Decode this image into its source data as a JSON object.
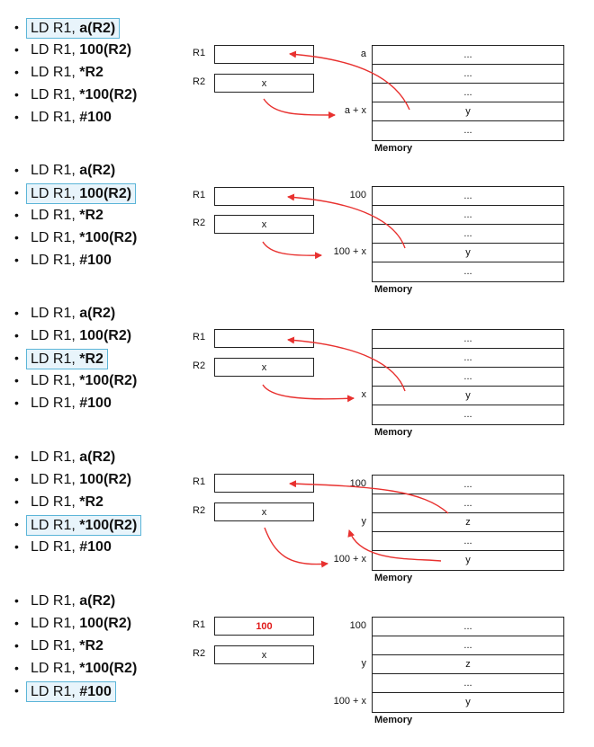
{
  "instructions": [
    {
      "prefix": "LD R1, ",
      "operand": "a(R2)"
    },
    {
      "prefix": "LD R1, ",
      "operand": "100(R2)"
    },
    {
      "prefix": "LD R1, ",
      "operand": "*R2"
    },
    {
      "prefix": "LD R1, ",
      "operand": "*100(R2)"
    },
    {
      "prefix": "LD R1, ",
      "operand": "#100"
    }
  ],
  "bullet": "•",
  "register_labels": {
    "r1": "R1",
    "r2": "R2"
  },
  "memory_label": "Memory",
  "panels": [
    {
      "highlight": 0,
      "r1_value": "",
      "r2_value": "x",
      "cells": [
        "...",
        "...",
        "...",
        "y",
        "..."
      ],
      "addresses": [
        {
          "row": 0,
          "text": "a"
        },
        {
          "row": 3,
          "text": "a + x"
        }
      ]
    },
    {
      "highlight": 1,
      "r1_value": "",
      "r2_value": "x",
      "cells": [
        "...",
        "...",
        "...",
        "y",
        "..."
      ],
      "addresses": [
        {
          "row": 0,
          "text": "100"
        },
        {
          "row": 3,
          "text": "100 + x"
        }
      ]
    },
    {
      "highlight": 2,
      "r1_value": "",
      "r2_value": "x",
      "cells": [
        "...",
        "...",
        "...",
        "y",
        "..."
      ],
      "addresses": [
        {
          "row": 3,
          "text": "x"
        }
      ]
    },
    {
      "highlight": 3,
      "r1_value": "",
      "r2_value": "x",
      "cells": [
        "...",
        "...",
        "z",
        "...",
        "y"
      ],
      "addresses": [
        {
          "row": 0,
          "text": "100"
        },
        {
          "row": 2,
          "text": "y"
        },
        {
          "row": 4,
          "text": "100 + x"
        }
      ]
    },
    {
      "highlight": 4,
      "r1_value": "100",
      "r2_value": "x",
      "cells": [
        "...",
        "...",
        "z",
        "...",
        "y"
      ],
      "addresses": [
        {
          "row": 0,
          "text": "100"
        },
        {
          "row": 2,
          "text": "y"
        },
        {
          "row": 4,
          "text": "100 + x"
        }
      ]
    }
  ],
  "colors": {
    "arrow": "#e8312f",
    "highlight_border": "#5bb5d8",
    "highlight_fill": "#e8f4fb",
    "immediate_value": "#e01a1a"
  }
}
